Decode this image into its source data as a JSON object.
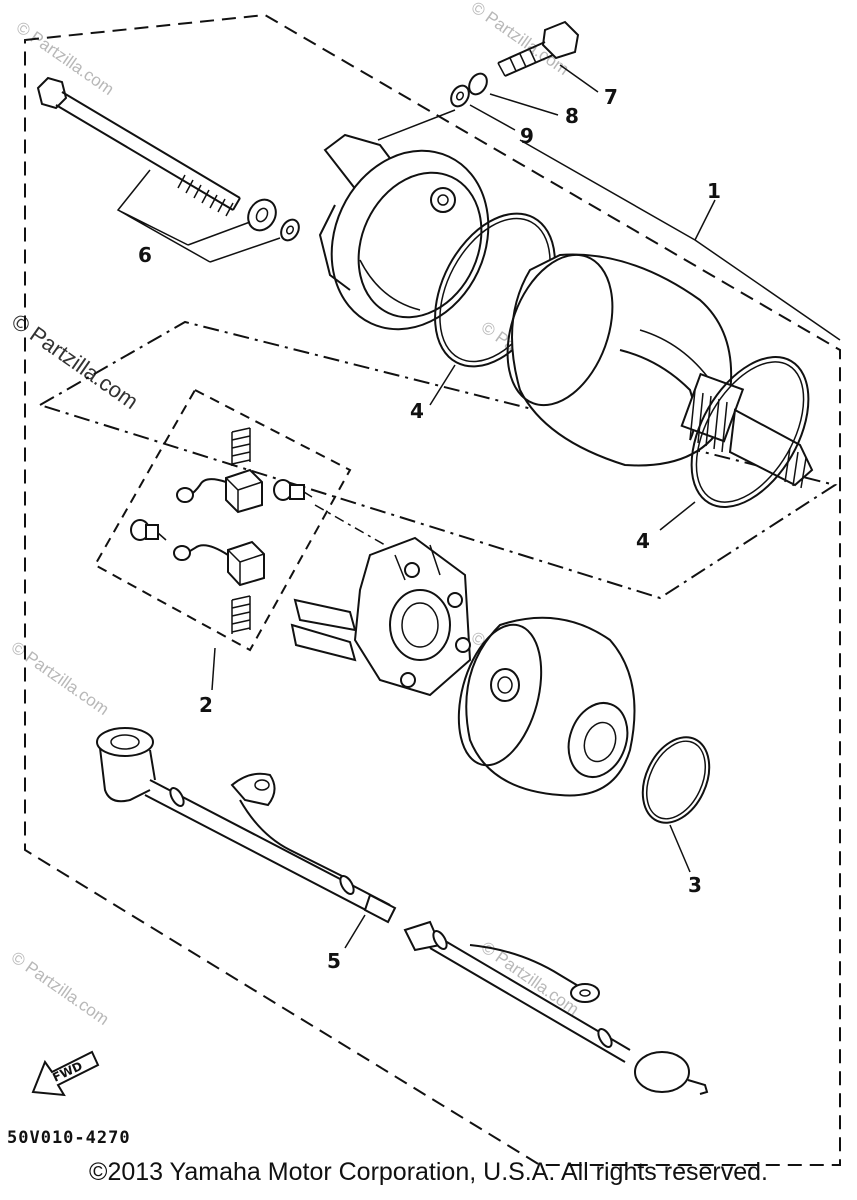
{
  "diagram": {
    "part_numbers": {
      "p1": "1",
      "p2": "2",
      "p3": "3",
      "p4a": "4",
      "p4b": "4",
      "p5": "5",
      "p6": "6",
      "p7": "7",
      "p8": "8",
      "p9": "9"
    },
    "drawing_code": "50V010-4270",
    "fwd_label": "FWD",
    "watermark": "© Partzilla.com"
  },
  "footer": {
    "copyright": "©2013 Yamaha Motor Corporation, U.S.A. All rights reserved."
  }
}
